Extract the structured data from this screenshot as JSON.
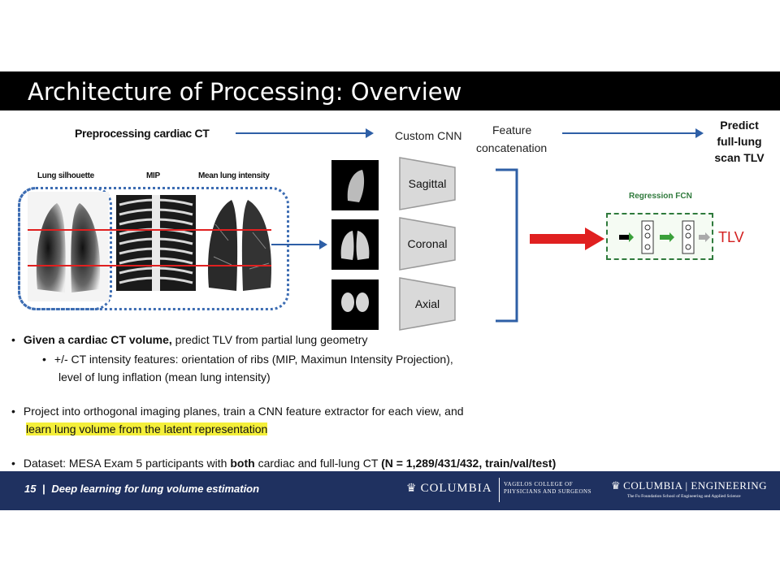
{
  "title": "Architecture of Processing: Overview",
  "pipeline": {
    "preprocessing": "Preprocessing cardiac CT",
    "custom_cnn": "Custom CNN",
    "feature_concat_1": "Feature",
    "feature_concat_2": "concatenation",
    "predict_1": "Predict",
    "predict_2": "full-lung",
    "predict_3": "scan TLV",
    "captions": {
      "lung_silhouette": "Lung silhouette",
      "mip": "MIP",
      "mean_lung_intensity": "Mean lung intensity"
    },
    "views": [
      "Sagittal",
      "Coronal",
      "Axial"
    ],
    "regression_label": "Regression FCN",
    "output": "TLV"
  },
  "bullets": {
    "b1_bold": "Given a cardiac CT volume,",
    "b1_rest": " predict TLV from partial lung geometry",
    "b1_sub1": "+/- CT intensity features: orientation of ribs (MIP, Maximun Intensity Projection),",
    "b1_sub2": "level of lung inflation (mean lung intensity)",
    "b2_line1": "Project into orthogonal imaging planes, train a CNN feature extractor for each view, and",
    "b2_line2": "learn lung volume from the latent representation",
    "b3_pre": "Dataset: MESA Exam 5 participants with ",
    "b3_bold1": "both",
    "b3_mid": " cardiac and full-lung CT ",
    "b3_bold2": "(N = 1,289/431/432,  train/val/test)"
  },
  "footer": {
    "slide_number": "15",
    "separator": "|",
    "title": "Deep learning for lung volume estimation",
    "columbia": "COLUMBIA",
    "vagelos_1": "VAGELOS COLLEGE OF",
    "vagelos_2": "PHYSICIANS AND SURGEONS",
    "engineering": "COLUMBIA | ENGINEERING",
    "fu_foundation": "The Fu Foundation School of Engineering and Applied Science"
  },
  "colors": {
    "title_bg": "#000000",
    "footer_bg": "#1f3160",
    "arrow_blue": "#2e5fa6",
    "red_line": "#e02020",
    "regression_green": "#2f7a3c",
    "tlv_red": "#d32020",
    "highlight": "#f4ef3a"
  }
}
